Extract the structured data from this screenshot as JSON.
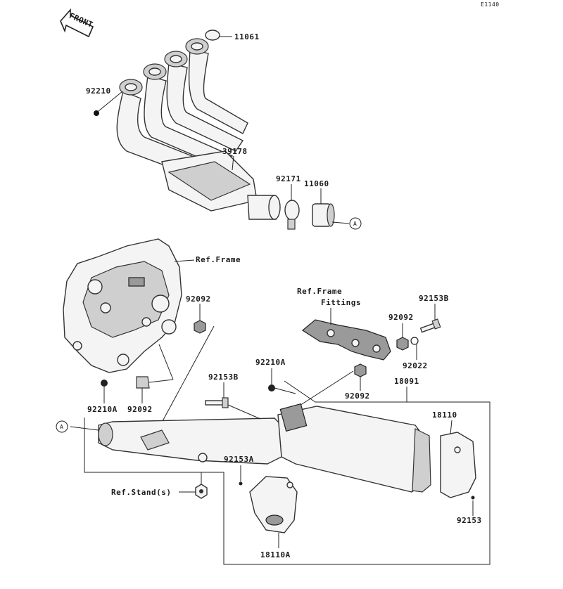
{
  "diagram_code": "E1140",
  "front_label": "FRONT",
  "labels": {
    "p11061": "11061",
    "p92210": "92210",
    "p39178": "39178",
    "p92171": "92171",
    "p11060": "11060",
    "ref_frame": "Ref.Frame",
    "ref_frame_fittings_1": "Ref.Frame",
    "ref_frame_fittings_2": "Fittings",
    "p92153B_top": "92153B",
    "p92092_right": "92092",
    "p92022": "92022",
    "p92092_left": "92092",
    "p92210A_left": "92210A",
    "p92092_bottom": "92092",
    "p92210A_mid": "92210A",
    "p92153B_mid": "92153B",
    "p92092_mid": "92092",
    "p18091": "18091",
    "p18110": "18110",
    "p92153A": "92153A",
    "ref_stand": "Ref.Stand(s)",
    "p92153": "92153",
    "p18110A": "18110A"
  },
  "callouts": {
    "a_top": "A",
    "a_left": "A"
  }
}
